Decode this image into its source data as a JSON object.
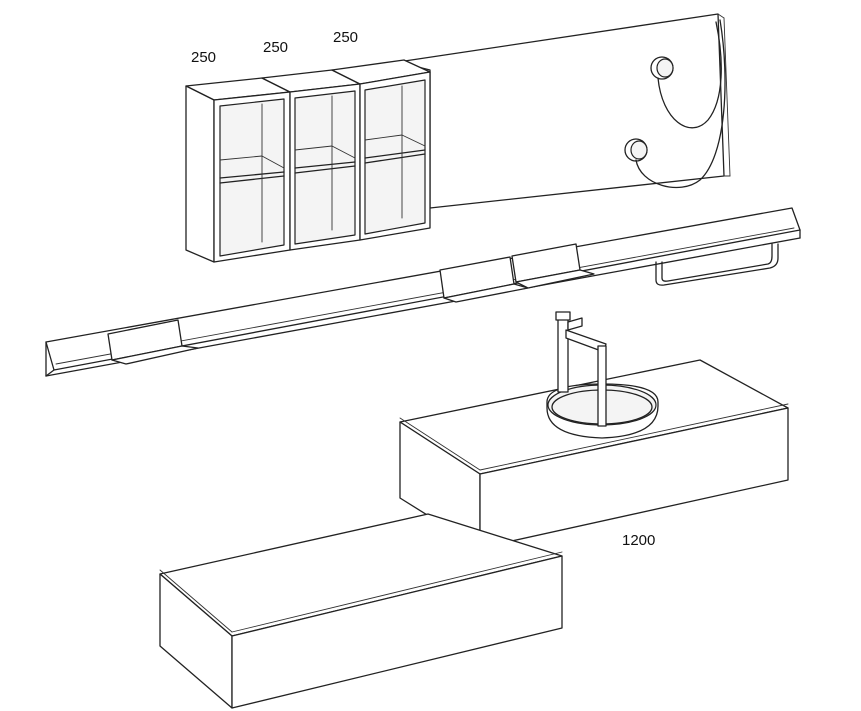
{
  "dimensions": {
    "shelf_width_1": "250",
    "shelf_width_2": "250",
    "shelf_width_3": "250",
    "vanity_width": "1200"
  },
  "components": [
    "back-panel",
    "open-shelf-unit-1",
    "open-shelf-unit-2",
    "open-shelf-unit-3",
    "wall-rail",
    "towel-bar",
    "wall-mixer",
    "shower-hose",
    "upper-vanity-drawer",
    "vessel-basin",
    "basin-faucet",
    "lower-drawer-unit"
  ],
  "colors": {
    "line": "#222222",
    "background": "#ffffff",
    "label": "#111111"
  }
}
